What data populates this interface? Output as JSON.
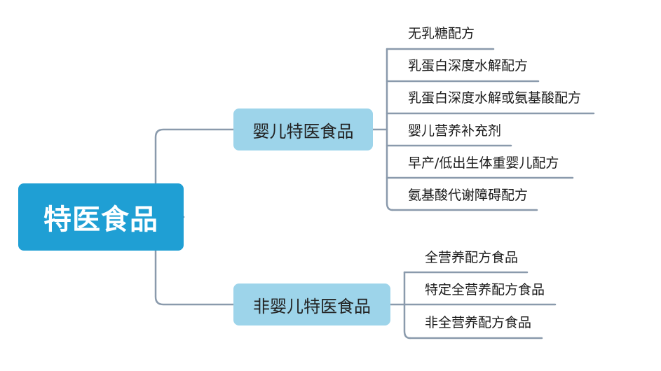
{
  "root": {
    "label": "特医食品"
  },
  "branches": [
    {
      "label": "婴儿特医食品",
      "leaves": [
        "无乳糖配方",
        "乳蛋白深度水解配方",
        "乳蛋白深度水解或氨基酸配方",
        "婴儿营养补充剂",
        "早产/低出生体重婴儿配方",
        "氨基酸代谢障碍配方"
      ]
    },
    {
      "label": "非婴儿特医食品",
      "leaves": [
        "全营养配方食品",
        "特定全营养配方食品",
        "非全营养配方食品"
      ]
    }
  ],
  "colors": {
    "root": "#1f9fd4",
    "branch": "#9dd4ea",
    "line": "#8a9aac"
  }
}
